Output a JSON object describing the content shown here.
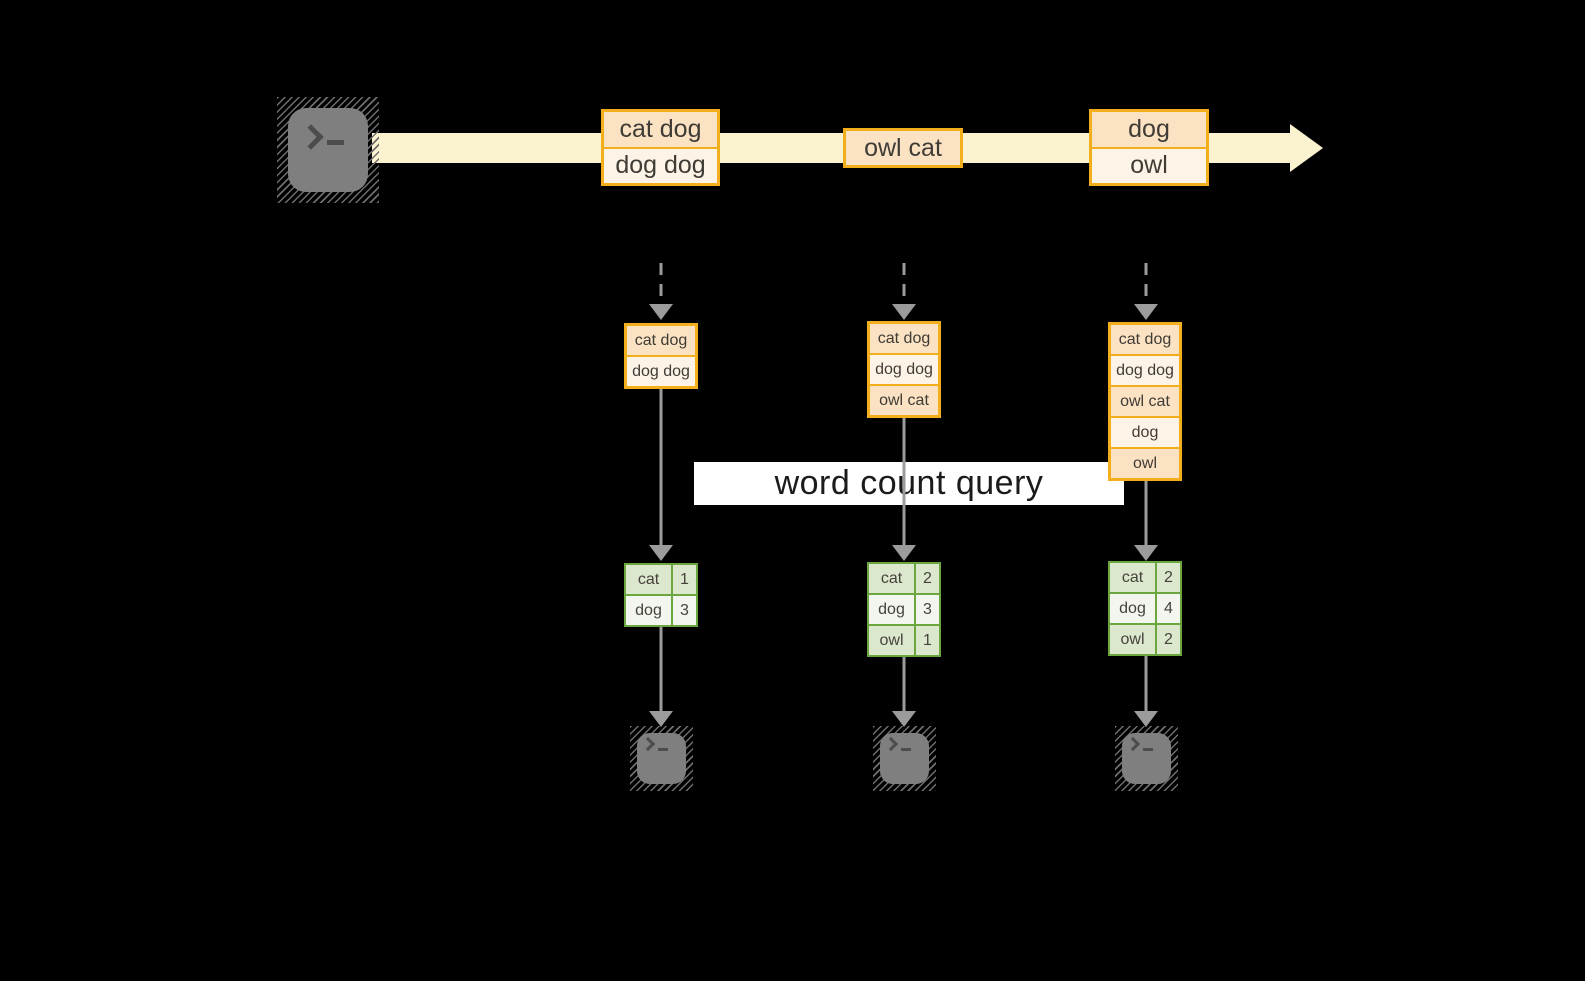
{
  "colors": {
    "background": "#000000",
    "stream_band": "#fbf2d0",
    "event_border": "#f3ae1c",
    "event_fill_peach": "#fbe2c3",
    "event_fill_cream": "#fdf4e7",
    "table_border": "#6ba63f",
    "table_fill_green": "#dce8cd",
    "table_fill_white": "#f3f6ee",
    "arrow_grey": "#9b9b9b",
    "terminal_grey": "#7f7f7f",
    "query_band_bg": "#ffffff",
    "text_dark": "#3f3b35"
  },
  "icons": {
    "terminal_prompt_glyph": "❯_"
  },
  "query_label": "word count query",
  "stream": {
    "events": [
      {
        "lines": [
          "cat dog",
          "dog dog"
        ]
      },
      {
        "lines": [
          "owl cat"
        ]
      },
      {
        "lines": [
          "dog",
          "owl"
        ]
      }
    ]
  },
  "columns": [
    {
      "buffer": [
        "cat dog",
        "dog dog"
      ],
      "counts": [
        {
          "word": "cat",
          "count": "1"
        },
        {
          "word": "dog",
          "count": "3"
        }
      ]
    },
    {
      "buffer": [
        "cat dog",
        "dog dog",
        "owl cat"
      ],
      "counts": [
        {
          "word": "cat",
          "count": "2"
        },
        {
          "word": "dog",
          "count": "3"
        },
        {
          "word": "owl",
          "count": "1"
        }
      ]
    },
    {
      "buffer": [
        "cat dog",
        "dog dog",
        "owl cat",
        "dog",
        "owl"
      ],
      "counts": [
        {
          "word": "cat",
          "count": "2"
        },
        {
          "word": "dog",
          "count": "4"
        },
        {
          "word": "owl",
          "count": "2"
        }
      ]
    }
  ]
}
